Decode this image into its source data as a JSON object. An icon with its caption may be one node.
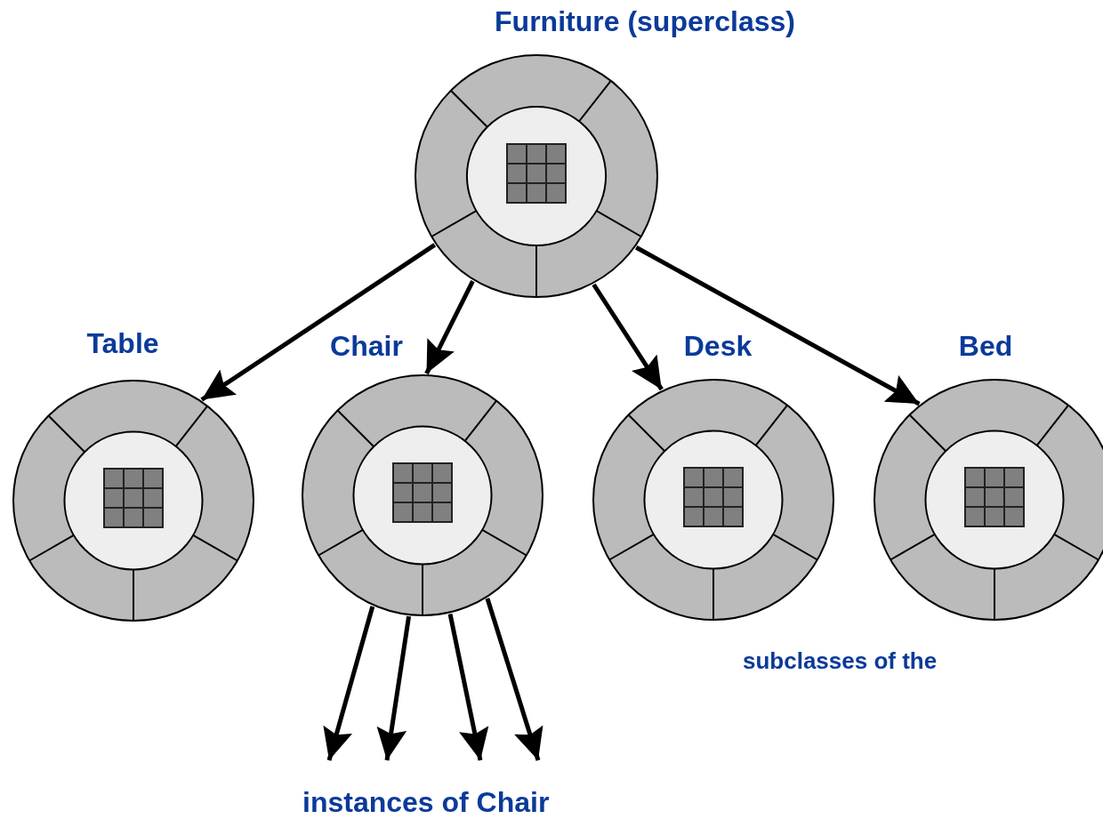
{
  "diagram": {
    "nodes": [
      {
        "text": [
          "Furniture (superclass)"
        ]
      },
      {
        "text": [
          "Table"
        ]
      },
      {
        "text": [
          "Chair"
        ]
      },
      {
        "text": [
          "Desk"
        ]
      },
      {
        "text": [
          "Bed"
        ]
      }
    ],
    "edges": [
      {
        "from": 0,
        "to": 1,
        "arrow": "to"
      },
      {
        "from": 0,
        "to": 2,
        "arrow": "to"
      },
      {
        "from": 0,
        "to": 3,
        "arrow": "to"
      },
      {
        "from": 0,
        "to": 4,
        "arrow": "to"
      },
      {
        "from": 2,
        "to": null,
        "arrow": "to"
      },
      {
        "from": 2,
        "to": null,
        "arrow": "to"
      },
      {
        "from": 2,
        "to": null,
        "arrow": "to"
      },
      {
        "from": 2,
        "to": null,
        "arrow": "to"
      }
    ],
    "labels": [
      "subclasses of the",
      "instances of Chair"
    ]
  }
}
